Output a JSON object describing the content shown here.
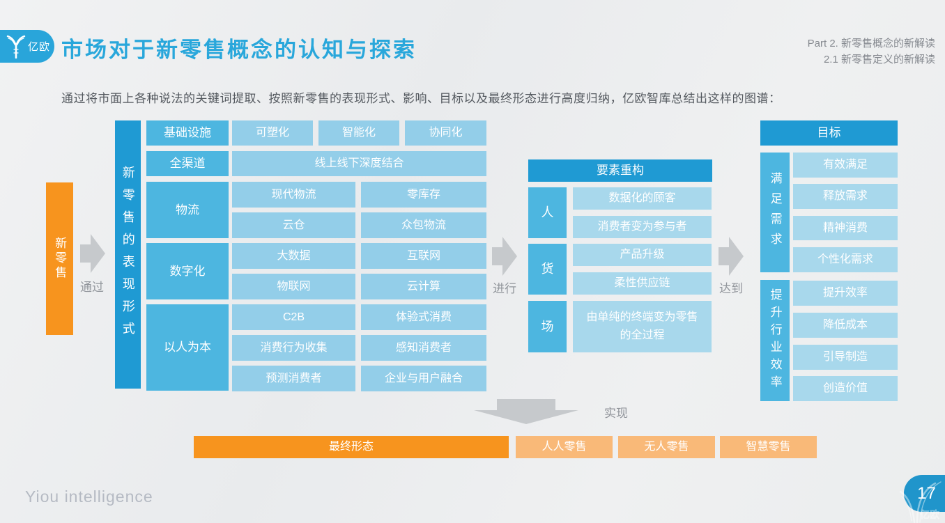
{
  "header": {
    "logo_text": "亿欧",
    "title": "市场对于新零售概念的认知与探索",
    "part_line1": "Part 2. 新零售概念的新解读",
    "part_line2": "2.1 新零售定义的新解读"
  },
  "intro": {
    "text": "通过将市面上各种说法的关键词提取、按照新零售的表现形式、影响、目标以及最终形态进行高度归纳，亿欧智库总结出这样的图谱："
  },
  "flow": {
    "source_label": "新零售",
    "via_label": "通过",
    "do_label": "进行",
    "reach_label": "达到",
    "achieve_label": "实现"
  },
  "expression": {
    "form_label": "新零售的表现形式",
    "rows": [
      {
        "category": "基础设施",
        "items": [
          "可塑化",
          "智能化",
          "协同化"
        ]
      },
      {
        "category": "全渠道",
        "items": [
          "线上线下深度结合"
        ]
      },
      {
        "category": "物流",
        "items": [
          "现代物流",
          "零库存",
          "云仓",
          "众包物流"
        ]
      },
      {
        "category": "数字化",
        "items": [
          "大数据",
          "互联网",
          "物联网",
          "云计算"
        ]
      },
      {
        "category": "以人为本",
        "items": [
          "C2B",
          "体验式消费",
          "消费行为收集",
          "感知消费者",
          "预测消费者",
          "企业与用户融合"
        ]
      }
    ]
  },
  "reconstruction": {
    "title": "要素重构",
    "groups": [
      {
        "label": "人",
        "items": [
          "数据化的顾客",
          "消费者变为参与者"
        ]
      },
      {
        "label": "货",
        "items": [
          "产品升级",
          "柔性供应链"
        ]
      },
      {
        "label": "场",
        "items": [
          "由单纯的终端变为零售的全过程"
        ]
      }
    ]
  },
  "goals": {
    "title": "目标",
    "groups": [
      {
        "label": "满足需求",
        "items": [
          "有效满足",
          "释放需求",
          "精神消费",
          "个性化需求"
        ]
      },
      {
        "label": "提升行业效率",
        "items": [
          "提升效率",
          "降低成本",
          "引导制造",
          "创造价值"
        ]
      }
    ]
  },
  "final": {
    "label": "最终形态",
    "items": [
      "人人零售",
      "无人零售",
      "智慧零售"
    ]
  },
  "footer": {
    "brand": "Yiou intelligence",
    "page": "17"
  },
  "colors": {
    "accent_blue": "#29a7db",
    "dark_blue": "#1f9ad3",
    "mid_blue": "#4db6e0",
    "light_blue": "#93cee9",
    "lighter_blue": "#a8d8ec",
    "orange": "#f7941e",
    "light_orange": "#f9b978",
    "arrow_gray": "#c6c9cc"
  }
}
